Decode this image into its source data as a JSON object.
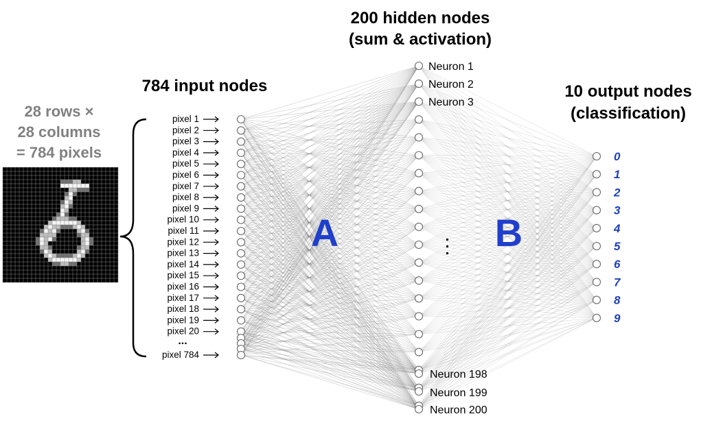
{
  "image_caption": {
    "line1": "28 rows ×",
    "line2": "28 columns",
    "line3": "= 784 pixels"
  },
  "input_layer": {
    "title": "784 input nodes",
    "labels": [
      "pixel 1",
      "pixel 2",
      "pixel 3",
      "pixel 4",
      "pixel 5",
      "pixel 6",
      "pixel 7",
      "pixel 8",
      "pixel 9",
      "pixel 10",
      "pixel 11",
      "pixel 12",
      "pixel 13",
      "pixel 14",
      "pixel 15",
      "pixel 16",
      "pixel 17",
      "pixel 18",
      "pixel 19",
      "pixel 20"
    ],
    "ellipsis": "...",
    "last_label": "pixel 784"
  },
  "hidden_layer": {
    "title_line1": "200 hidden nodes",
    "title_line2": "(sum & activation)",
    "top_labels": [
      "Neuron 1",
      "Neuron 2",
      "Neuron 3"
    ],
    "bottom_labels": [
      "Neuron 198",
      "Neuron 199",
      "Neuron 200"
    ]
  },
  "output_layer": {
    "title_line1": "10 output nodes",
    "title_line2": "(classification)",
    "labels": [
      "0",
      "1",
      "2",
      "3",
      "4",
      "5",
      "6",
      "7",
      "8",
      "9"
    ]
  },
  "weights": {
    "a_label": "A",
    "b_label": "B"
  },
  "digit_image": {
    "digit": "6",
    "rows": 28,
    "cols": 28
  },
  "colors": {
    "accent_blue": "#1f3fcc",
    "caption_grey": "#808080"
  }
}
